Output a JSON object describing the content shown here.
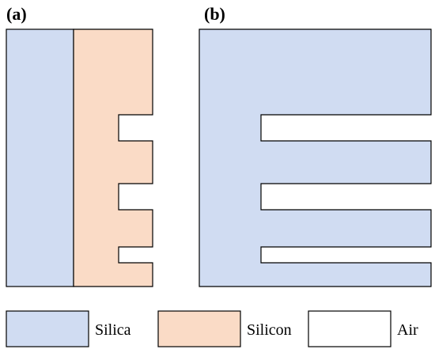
{
  "panels": {
    "a": {
      "label": "(a)"
    },
    "b": {
      "label": "(b)"
    }
  },
  "legend": [
    {
      "label": "Silica",
      "color": "#d0dcf2"
    },
    {
      "label": "Silicon",
      "color": "#fadbc6"
    },
    {
      "label": "Air",
      "color": "#ffffff"
    }
  ],
  "colors": {
    "silica": "#d0dcf2",
    "silicon": "#fadbc6",
    "air": "#ffffff",
    "outline": "#000000"
  }
}
